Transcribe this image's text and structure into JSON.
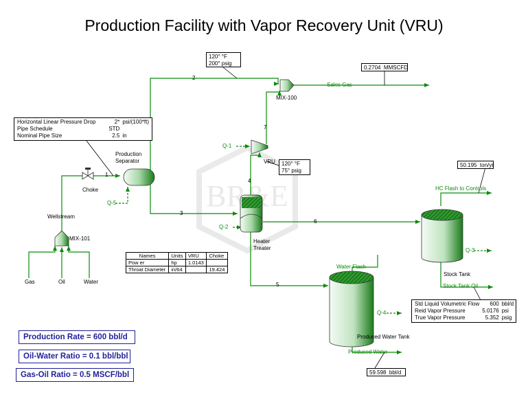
{
  "title": "Production Facility with Vapor Recovery Unit (VRU)",
  "colors": {
    "stream": "#0b8a0b",
    "vessel_dark": "#1a7a1a",
    "vessel_light": "#e8f5e8",
    "summary_text": "#1f1f9a"
  },
  "watermark_text": "BR&E",
  "streams": {
    "s2": "2",
    "s3": "3",
    "s4": "4",
    "s5": "5",
    "s6": "6",
    "s7": "7",
    "s1": "1",
    "sales_gas": "Sales Gas",
    "wellstream": "Wellstream",
    "gas": "Gas",
    "oil": "Oil",
    "water": "Water",
    "hc_flash": "HC Flash to Controls",
    "water_flash": "Water Flash",
    "stock_tank_oil": "Stock Tank Oil",
    "produced_water": "Produced Water",
    "q1": "Q-1",
    "q2": "Q-2",
    "q3": "Q-3",
    "q4": "Q-4",
    "q5": "Q-5"
  },
  "units": {
    "mix100": "MIX-100",
    "mix101": "MIX-101",
    "vru": "VRU",
    "choke": "Choke",
    "production_separator": "Production Separator",
    "heater_treater": "Heater Treater",
    "stock_tank": "Stock Tank",
    "produced_water_tank": "Produced Water Tank"
  },
  "stream2_box": {
    "line1": "120° °F",
    "line2": "200° psig"
  },
  "vru_box": {
    "line1": "120° °F",
    "line2": "75° psig"
  },
  "sales_gas_box": {
    "value": "0.2704",
    "unit": "MMSCFD"
  },
  "hc_flash_box": {
    "value": "50.195",
    "unit": "ton/yr"
  },
  "produced_water_box": {
    "value": "59.598",
    "unit": "bbl/d"
  },
  "pipe_box": {
    "rows": [
      {
        "name": "Horizontal Linear Pressure Drop",
        "value": "2*",
        "unit": "psi/(100*ft)"
      },
      {
        "name": "Pipe Schedule",
        "value": "STD",
        "unit": ""
      },
      {
        "name": "Nominal Pipe Size",
        "value": "2.5",
        "unit": "in"
      }
    ]
  },
  "params_table": {
    "headers": [
      "Names",
      "Units",
      "VRU",
      "Choke"
    ],
    "rows": [
      [
        "Pow er",
        "hp",
        "1.0143",
        ""
      ],
      [
        "Throat Diameter",
        "in/64",
        "",
        "19.424"
      ]
    ]
  },
  "stock_tank_oil_box": {
    "rows": [
      {
        "name": "Std Liquid Volumetric Flow",
        "value": "600",
        "unit": "bbl/d"
      },
      {
        "name": "Reid Vapor Pressure",
        "value": "5.0176",
        "unit": "psi"
      },
      {
        "name": "True Vapor Pressure",
        "value": "5.352",
        "unit": "psig"
      }
    ]
  },
  "summary": {
    "production_rate": "Production Rate = 600 bbl/d",
    "oil_water_ratio": "Oil-Water Ratio = 0.1 bbl/bbl",
    "gas_oil_ratio": "Gas-Oil Ratio = 0.5 MSCF/bbl"
  }
}
